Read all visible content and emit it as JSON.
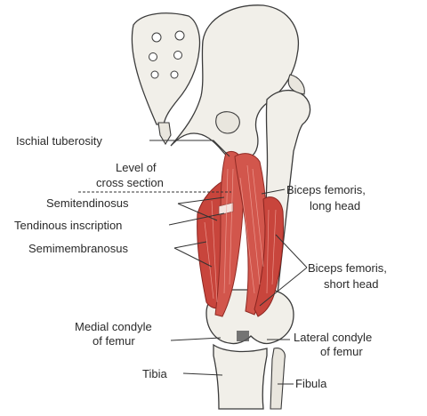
{
  "figure": {
    "labels": {
      "ischial_tuberosity": "Ischial tuberosity",
      "level_cross_section_1": "Level of",
      "level_cross_section_2": "cross section",
      "semitendinosus": "Semitendinosus",
      "tendinous_inscription": "Tendinous inscription",
      "semimembranosus": "Semimembranosus",
      "medial_condyle_1": "Medial condyle",
      "medial_condyle_2": "of femur",
      "tibia": "Tibia",
      "biceps_long_1": "Biceps femoris,",
      "biceps_long_2": "long head",
      "biceps_short_1": "Biceps femoris,",
      "biceps_short_2": "short head",
      "lateral_condyle_1": "Lateral condyle",
      "lateral_condyle_2": "of femur",
      "fibula": "Fibula"
    },
    "colors": {
      "muscle": "#d2564c",
      "bone": "#f1efe9",
      "outline": "#3b3b3b"
    }
  }
}
